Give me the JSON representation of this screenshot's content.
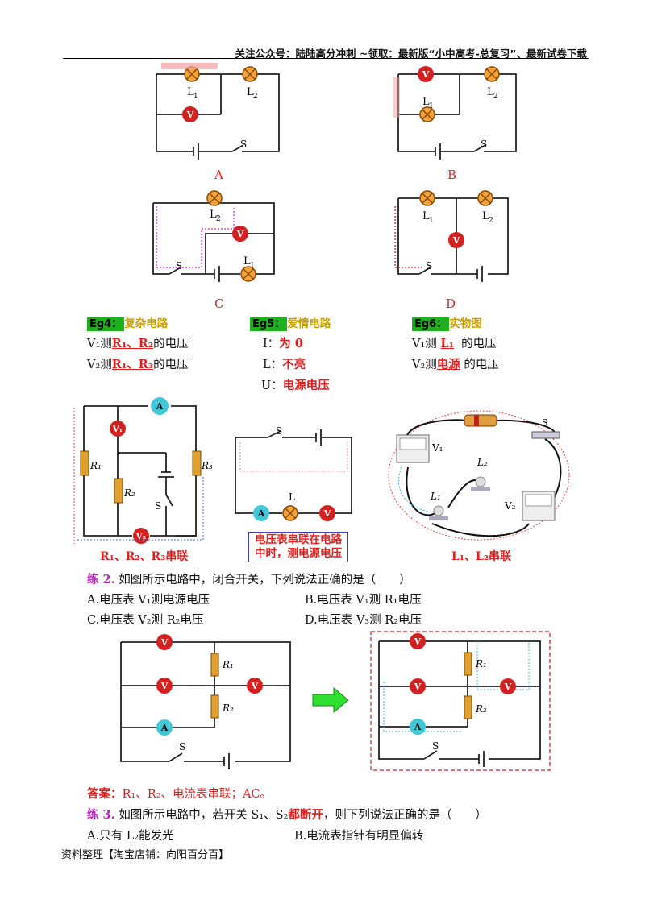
{
  "header": {
    "text": "关注公众号：陆陆高分冲刺  ~领取：最新版“小中高考-总复习”、最新试卷下载"
  },
  "circuits_top": {
    "labels": [
      "A",
      "B",
      "C",
      "D"
    ],
    "l1": "L1",
    "l2": "L2",
    "s": "S",
    "v": "V"
  },
  "eg4": {
    "tag": "Eg4：",
    "title": "复杂电路",
    "v1_pre": "V₁测",
    "v1_ans": "R₁、R₂",
    "v1_post": "的电压",
    "v2_pre": "V₂测",
    "v2_ans": "R₁、R₃",
    "v2_post": "的电压",
    "caption": "R₁、R₂、R₃串联"
  },
  "eg5": {
    "tag": "Eg5：",
    "title": "爱情电路",
    "i_pre": "I：",
    "i_ans": "为 0",
    "l_pre": "L：",
    "l_ans": "不亮",
    "u_pre": "U：",
    "u_ans": "电源电压",
    "note_line1": "电压表串联在电路",
    "note_line2": "中时，测电源电压"
  },
  "eg6": {
    "tag": "Eg6：",
    "title": "实物图",
    "v1_pre": "V₁测",
    "v1_ans": "L₁",
    "v1_post": "的电压",
    "v2_pre": "V₂测",
    "v2_ans": "电源",
    "v2_post": "的电压",
    "caption": "L₁、L₂串联"
  },
  "ex2": {
    "label": "练 2.",
    "question": "如图所示电路中，闭合开关，下列说法正确的是（　　）",
    "options": [
      "A.电压表 V₁测电源电压",
      "B.电压表 V₁测 R₁电压",
      "C.电压表 V₂测 R₂电压",
      "D.电压表 V₃测 R₂电压"
    ],
    "answer_label": "答案：",
    "answer": "R₁、R₂、电流表串联；AC。"
  },
  "ex3": {
    "label": "练 3.",
    "question_pre": "如图所示电路中，若开关 S₁、S₂",
    "question_red": "都断开",
    "question_post": "，则下列说法正确的是（　　）",
    "options": [
      "A.只有 L₂能发光",
      "B.电流表指针有明显偏转"
    ]
  },
  "footer": {
    "text": "资料整理【淘宝店铺：向阳百分百】"
  },
  "colors": {
    "accent": "#e02020",
    "tag_bg": "#1db01d",
    "lamp": "#f0a030",
    "meter_v": "#d02020",
    "meter_a": "#40c0d0"
  }
}
